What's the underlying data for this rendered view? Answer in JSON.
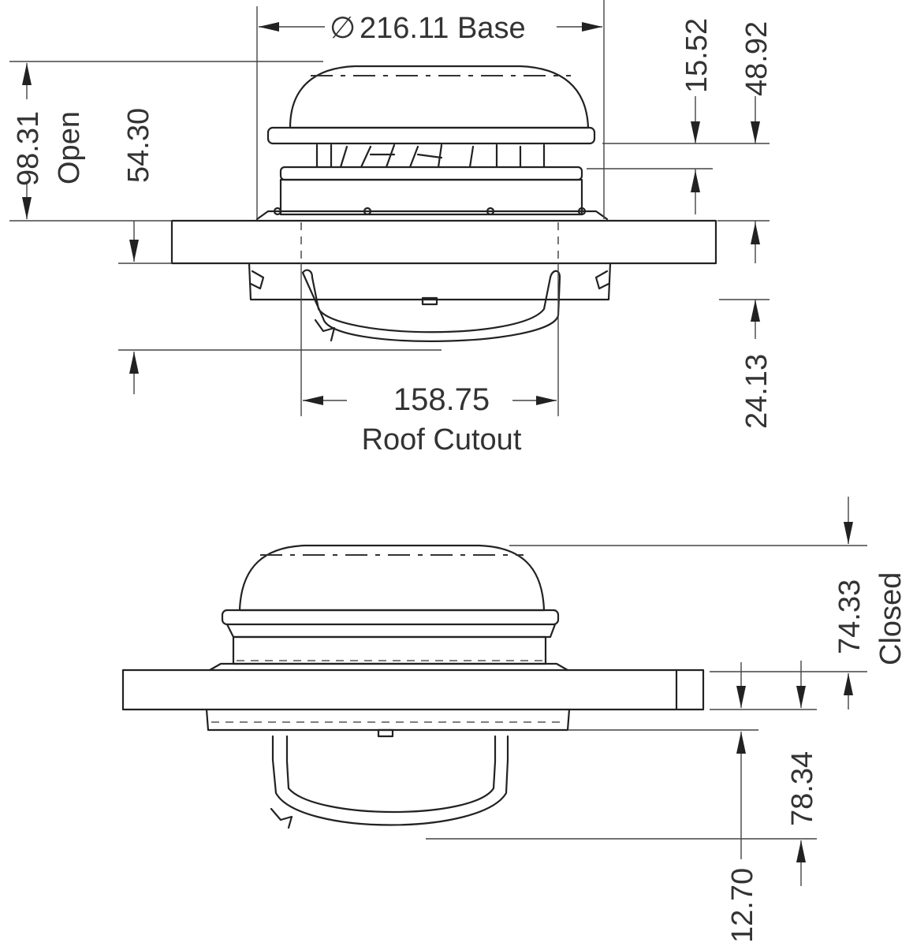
{
  "dimensions": {
    "base_diameter": "216.11 Base",
    "diameter_symbol": "∅",
    "lid_height_open": "15.52",
    "top_to_flange": "48.92",
    "total_open": "98.31",
    "open_label": "Open",
    "open_above_roof": "54.30",
    "below_roof_open": "24.13",
    "roof_cutout": "158.75",
    "roof_cutout_label": "Roof Cutout",
    "total_closed": "74.33",
    "closed_label": "Closed",
    "below_flange_closed": "78.34",
    "handle_drop_closed": "12.70"
  }
}
